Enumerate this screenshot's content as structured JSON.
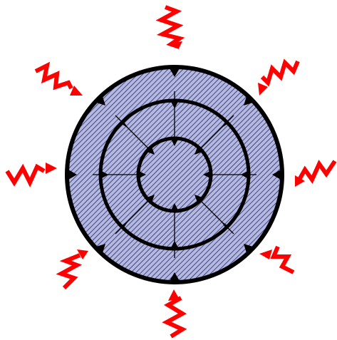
{
  "diagram": {
    "fill_color": "#b4b8e4",
    "hatch_color": "#2c2c52",
    "outline_color": "#000000",
    "wave_color": "#ff0000",
    "arrow_color": "#000000",
    "incoming_waves": 8,
    "concentric_rings": 3,
    "arrows_per_ring": 8,
    "wave_icon": "red-wavy-arrow-icon"
  }
}
